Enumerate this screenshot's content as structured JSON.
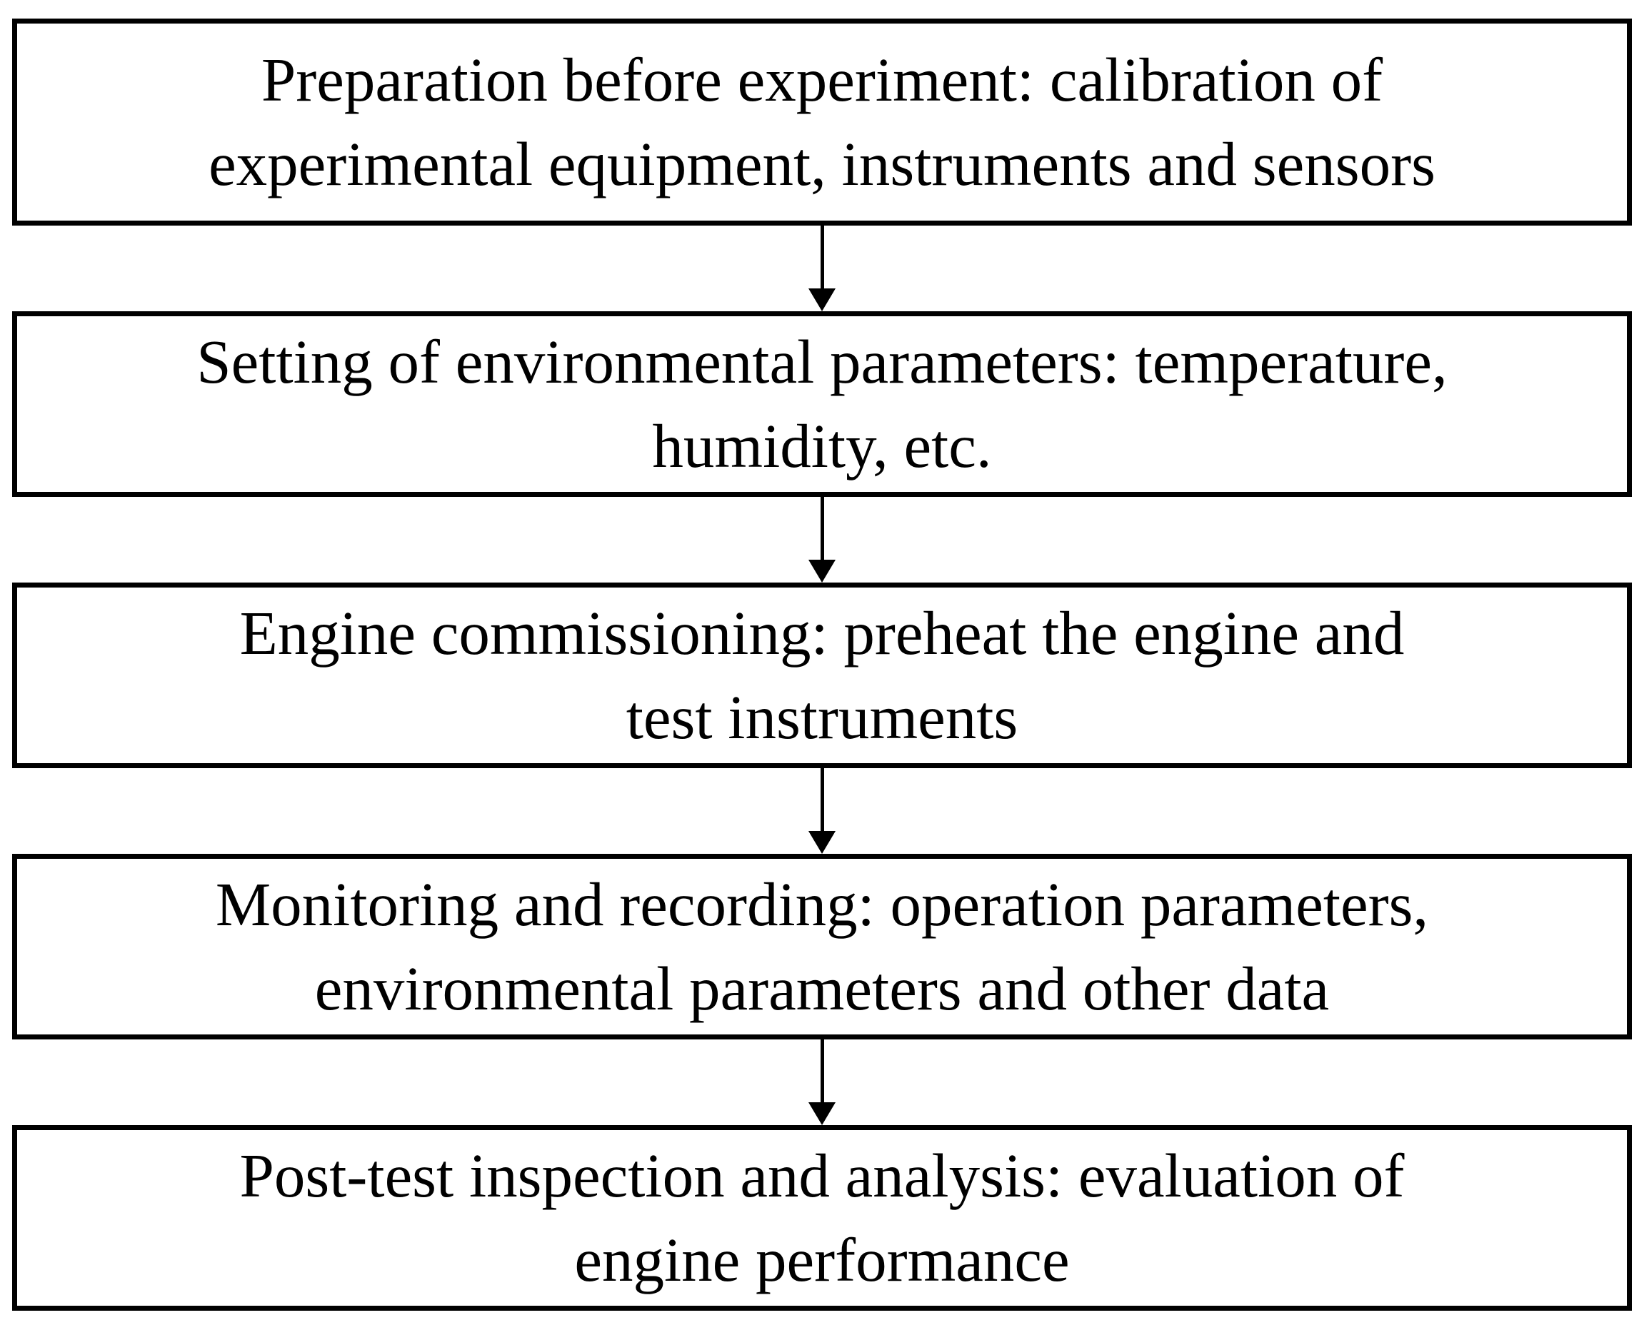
{
  "figure": {
    "type": "flowchart",
    "direction": "top-down",
    "colors": {
      "background": "#ffffff",
      "box_border": "#000000",
      "box_fill": "#ffffff",
      "text": "#000000",
      "arrow": "#000000"
    },
    "connector_icon": "down-arrow-icon",
    "steps": [
      {
        "lines": [
          "Preparation before experiment: calibration of",
          "experimental equipment, instruments and sensors"
        ]
      },
      {
        "lines": [
          "Setting of environmental parameters: temperature,",
          "humidity, etc."
        ]
      },
      {
        "lines": [
          "Engine commissioning: preheat the engine and",
          "test instruments"
        ]
      },
      {
        "lines": [
          "Monitoring and recording: operation parameters,",
          "environmental parameters and other data"
        ]
      },
      {
        "lines": [
          "Post-test inspection and analysis: evaluation of",
          "engine performance"
        ]
      }
    ]
  }
}
